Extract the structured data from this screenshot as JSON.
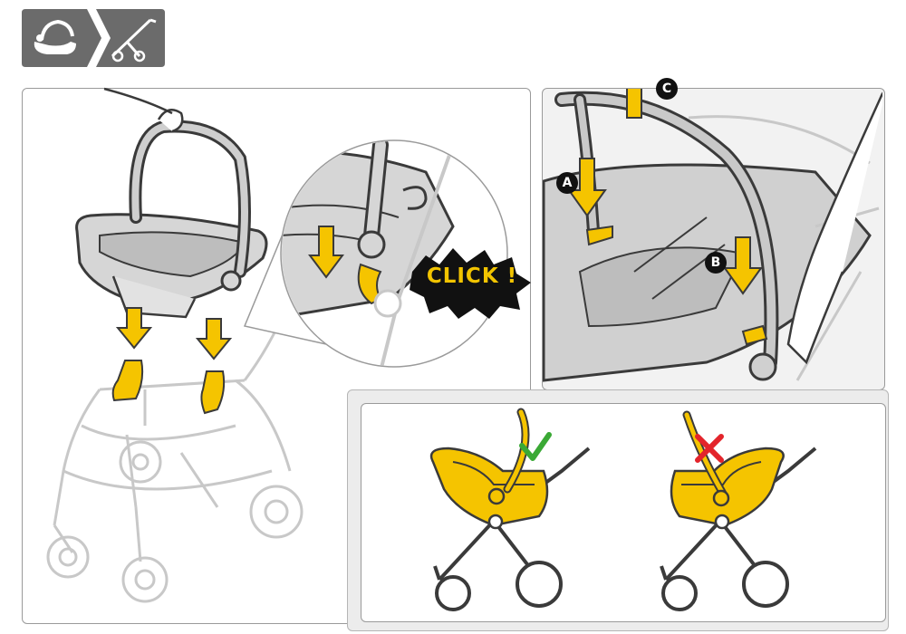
{
  "header_icons": [
    {
      "icon": "infant-car-seat-icon"
    },
    {
      "icon": "stroller-frame-icon"
    }
  ],
  "zoom_callout": {
    "label": "CLICK !"
  },
  "steps": {
    "a": "A",
    "b": "B",
    "c": "C"
  },
  "comparison": {
    "correct_icon": "check-mark-icon",
    "incorrect_icon": "cross-mark-icon"
  },
  "colors": {
    "accent_yellow": "#f5c400",
    "outline": "#3a3a3a",
    "panel_border": "#9a9a9a",
    "header_grey": "#6b6b6b",
    "check_green": "#3aa935",
    "cross_red": "#e3242b"
  }
}
